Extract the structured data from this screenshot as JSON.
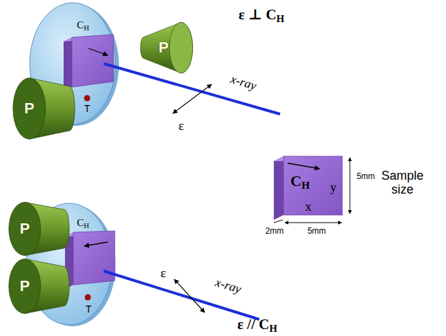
{
  "diagram": {
    "nodes": [
      {
        "text": [
          "P"
        ]
      },
      {
        "text": [
          "P"
        ]
      },
      {
        "text": [
          "P"
        ]
      },
      {
        "text": [
          "P"
        ]
      }
    ],
    "labels": [
      "ε ⊥ CH",
      "CH",
      "T",
      "ε",
      "x-ray",
      "CH",
      "y",
      "5mm",
      "Sample size",
      "2mm",
      "x",
      "5mm",
      "CH",
      "T",
      "ε",
      "x-ray",
      "ε // CH"
    ]
  }
}
